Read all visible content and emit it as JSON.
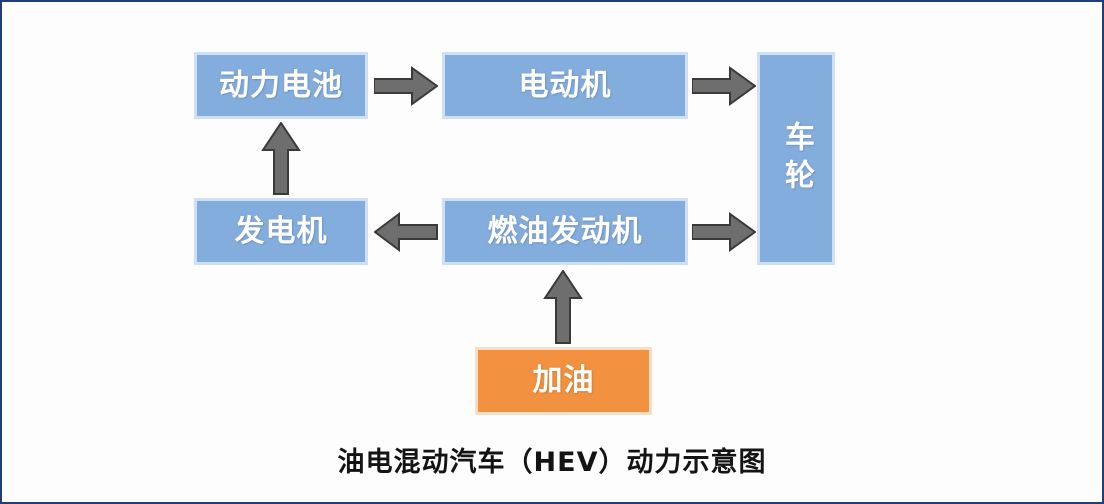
{
  "diagram": {
    "caption": "油电混动汽车（HEV）动力示意图",
    "background_color": "#fdfdfd",
    "border_color": "#1f3f7a",
    "node_fill_color": "#83ADDD",
    "node_border_color": "#cfe0f5",
    "node_text_color": "#ffffff",
    "source_fill_color": "#F2913F",
    "source_border_color": "#f6dfc4",
    "arrow_color": "#6E6E6E",
    "arrow_outline_color": "#3a3a3a",
    "nodes": [
      {
        "id": "battery",
        "label": "动力电池",
        "type": "component",
        "orientation": "horizontal"
      },
      {
        "id": "motor",
        "label": "电动机",
        "type": "component",
        "orientation": "horizontal"
      },
      {
        "id": "wheels",
        "label": "车轮",
        "type": "component",
        "orientation": "vertical"
      },
      {
        "id": "generator",
        "label": "发电机",
        "type": "component",
        "orientation": "horizontal"
      },
      {
        "id": "engine",
        "label": "燃油发动机",
        "type": "component",
        "orientation": "horizontal"
      },
      {
        "id": "fuel",
        "label": "加油",
        "type": "source",
        "orientation": "horizontal"
      }
    ],
    "edges": [
      {
        "id": "battery-to-motor",
        "from": "动力电池",
        "to": "电动机",
        "direction": "right"
      },
      {
        "id": "motor-to-wheels",
        "from": "电动机",
        "to": "车轮",
        "direction": "right"
      },
      {
        "id": "generator-to-battery",
        "from": "发电机",
        "to": "动力电池",
        "direction": "up"
      },
      {
        "id": "engine-to-generator",
        "from": "燃油发动机",
        "to": "发电机",
        "direction": "left"
      },
      {
        "id": "engine-to-wheels",
        "from": "燃油发动机",
        "to": "车轮",
        "direction": "right"
      },
      {
        "id": "fuel-to-engine",
        "from": "加油",
        "to": "燃油发动机",
        "direction": "up"
      }
    ]
  }
}
